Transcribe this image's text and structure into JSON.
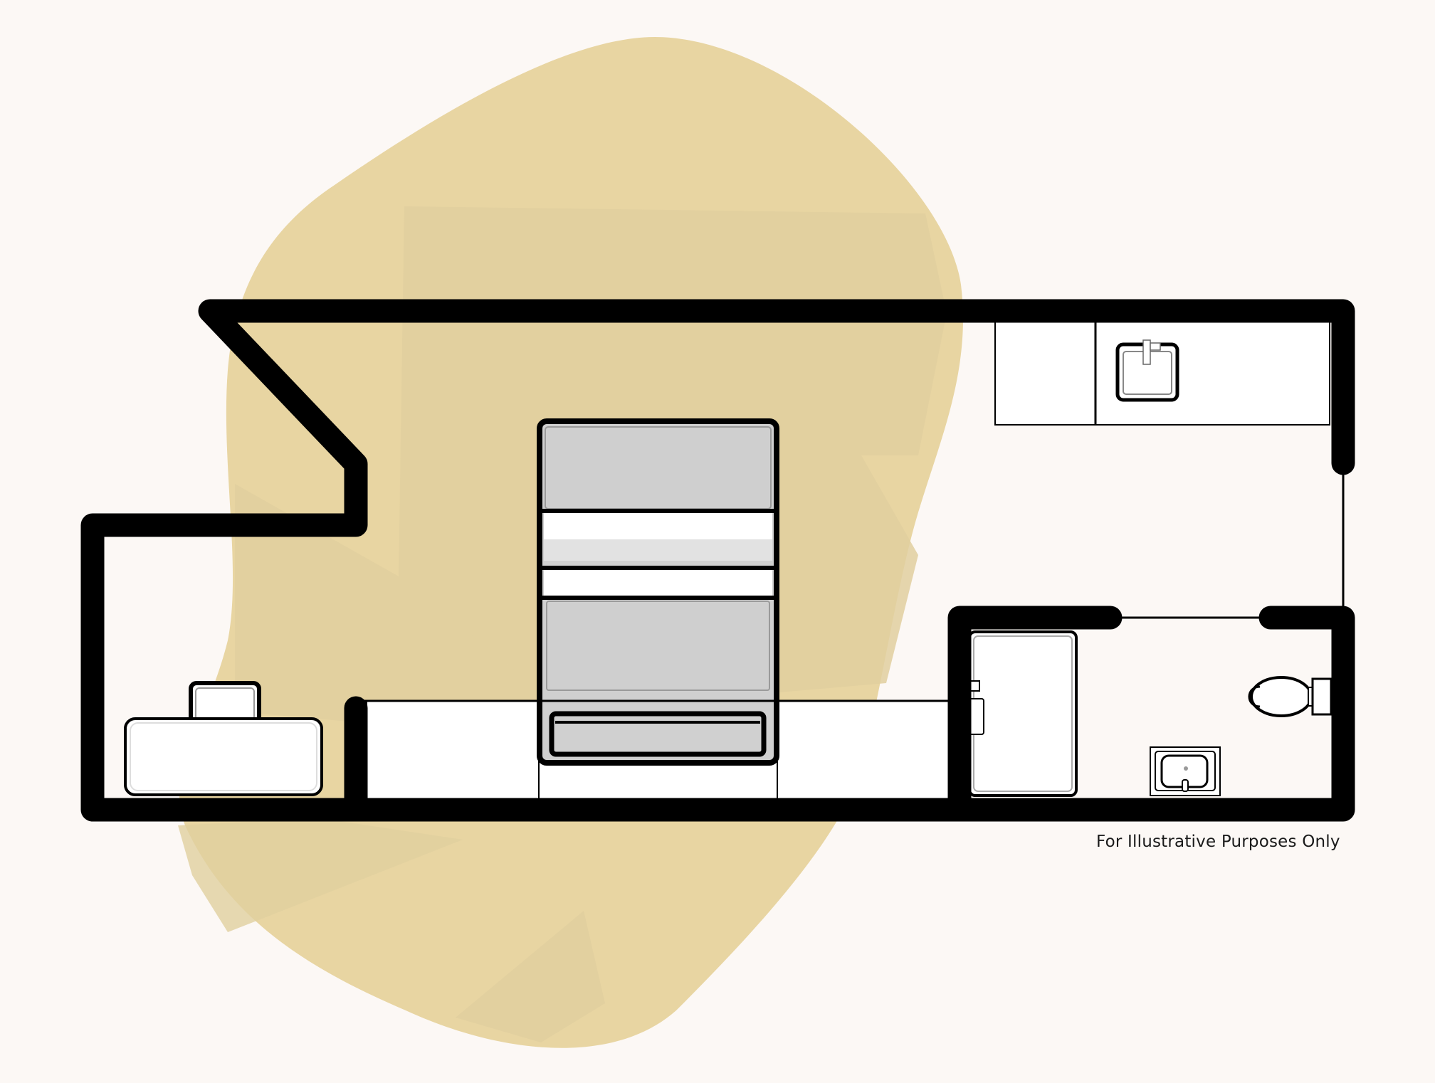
{
  "floorplan": {
    "caption": "For Illustrative Purposes Only",
    "colors": {
      "background": "#fcf8f5",
      "blob_light": "#e8d5a2",
      "blob_dark": "#e0cf9f",
      "wall": "#000000",
      "furniture_fill": "#ffffff",
      "bed_fill": "#d0d0d0"
    },
    "rooms": [
      {
        "name": "bedroom",
        "label": ""
      },
      {
        "name": "kitchenette",
        "label": ""
      },
      {
        "name": "bathroom",
        "label": ""
      }
    ],
    "fixtures": [
      {
        "icon": "bed-icon"
      },
      {
        "icon": "desk-icon"
      },
      {
        "icon": "chair-icon"
      },
      {
        "icon": "wardrobe-icon"
      },
      {
        "icon": "kitchen-counter-icon"
      },
      {
        "icon": "kitchen-sink-icon"
      },
      {
        "icon": "shower-icon"
      },
      {
        "icon": "toilet-icon"
      },
      {
        "icon": "bathroom-sink-icon"
      }
    ]
  }
}
